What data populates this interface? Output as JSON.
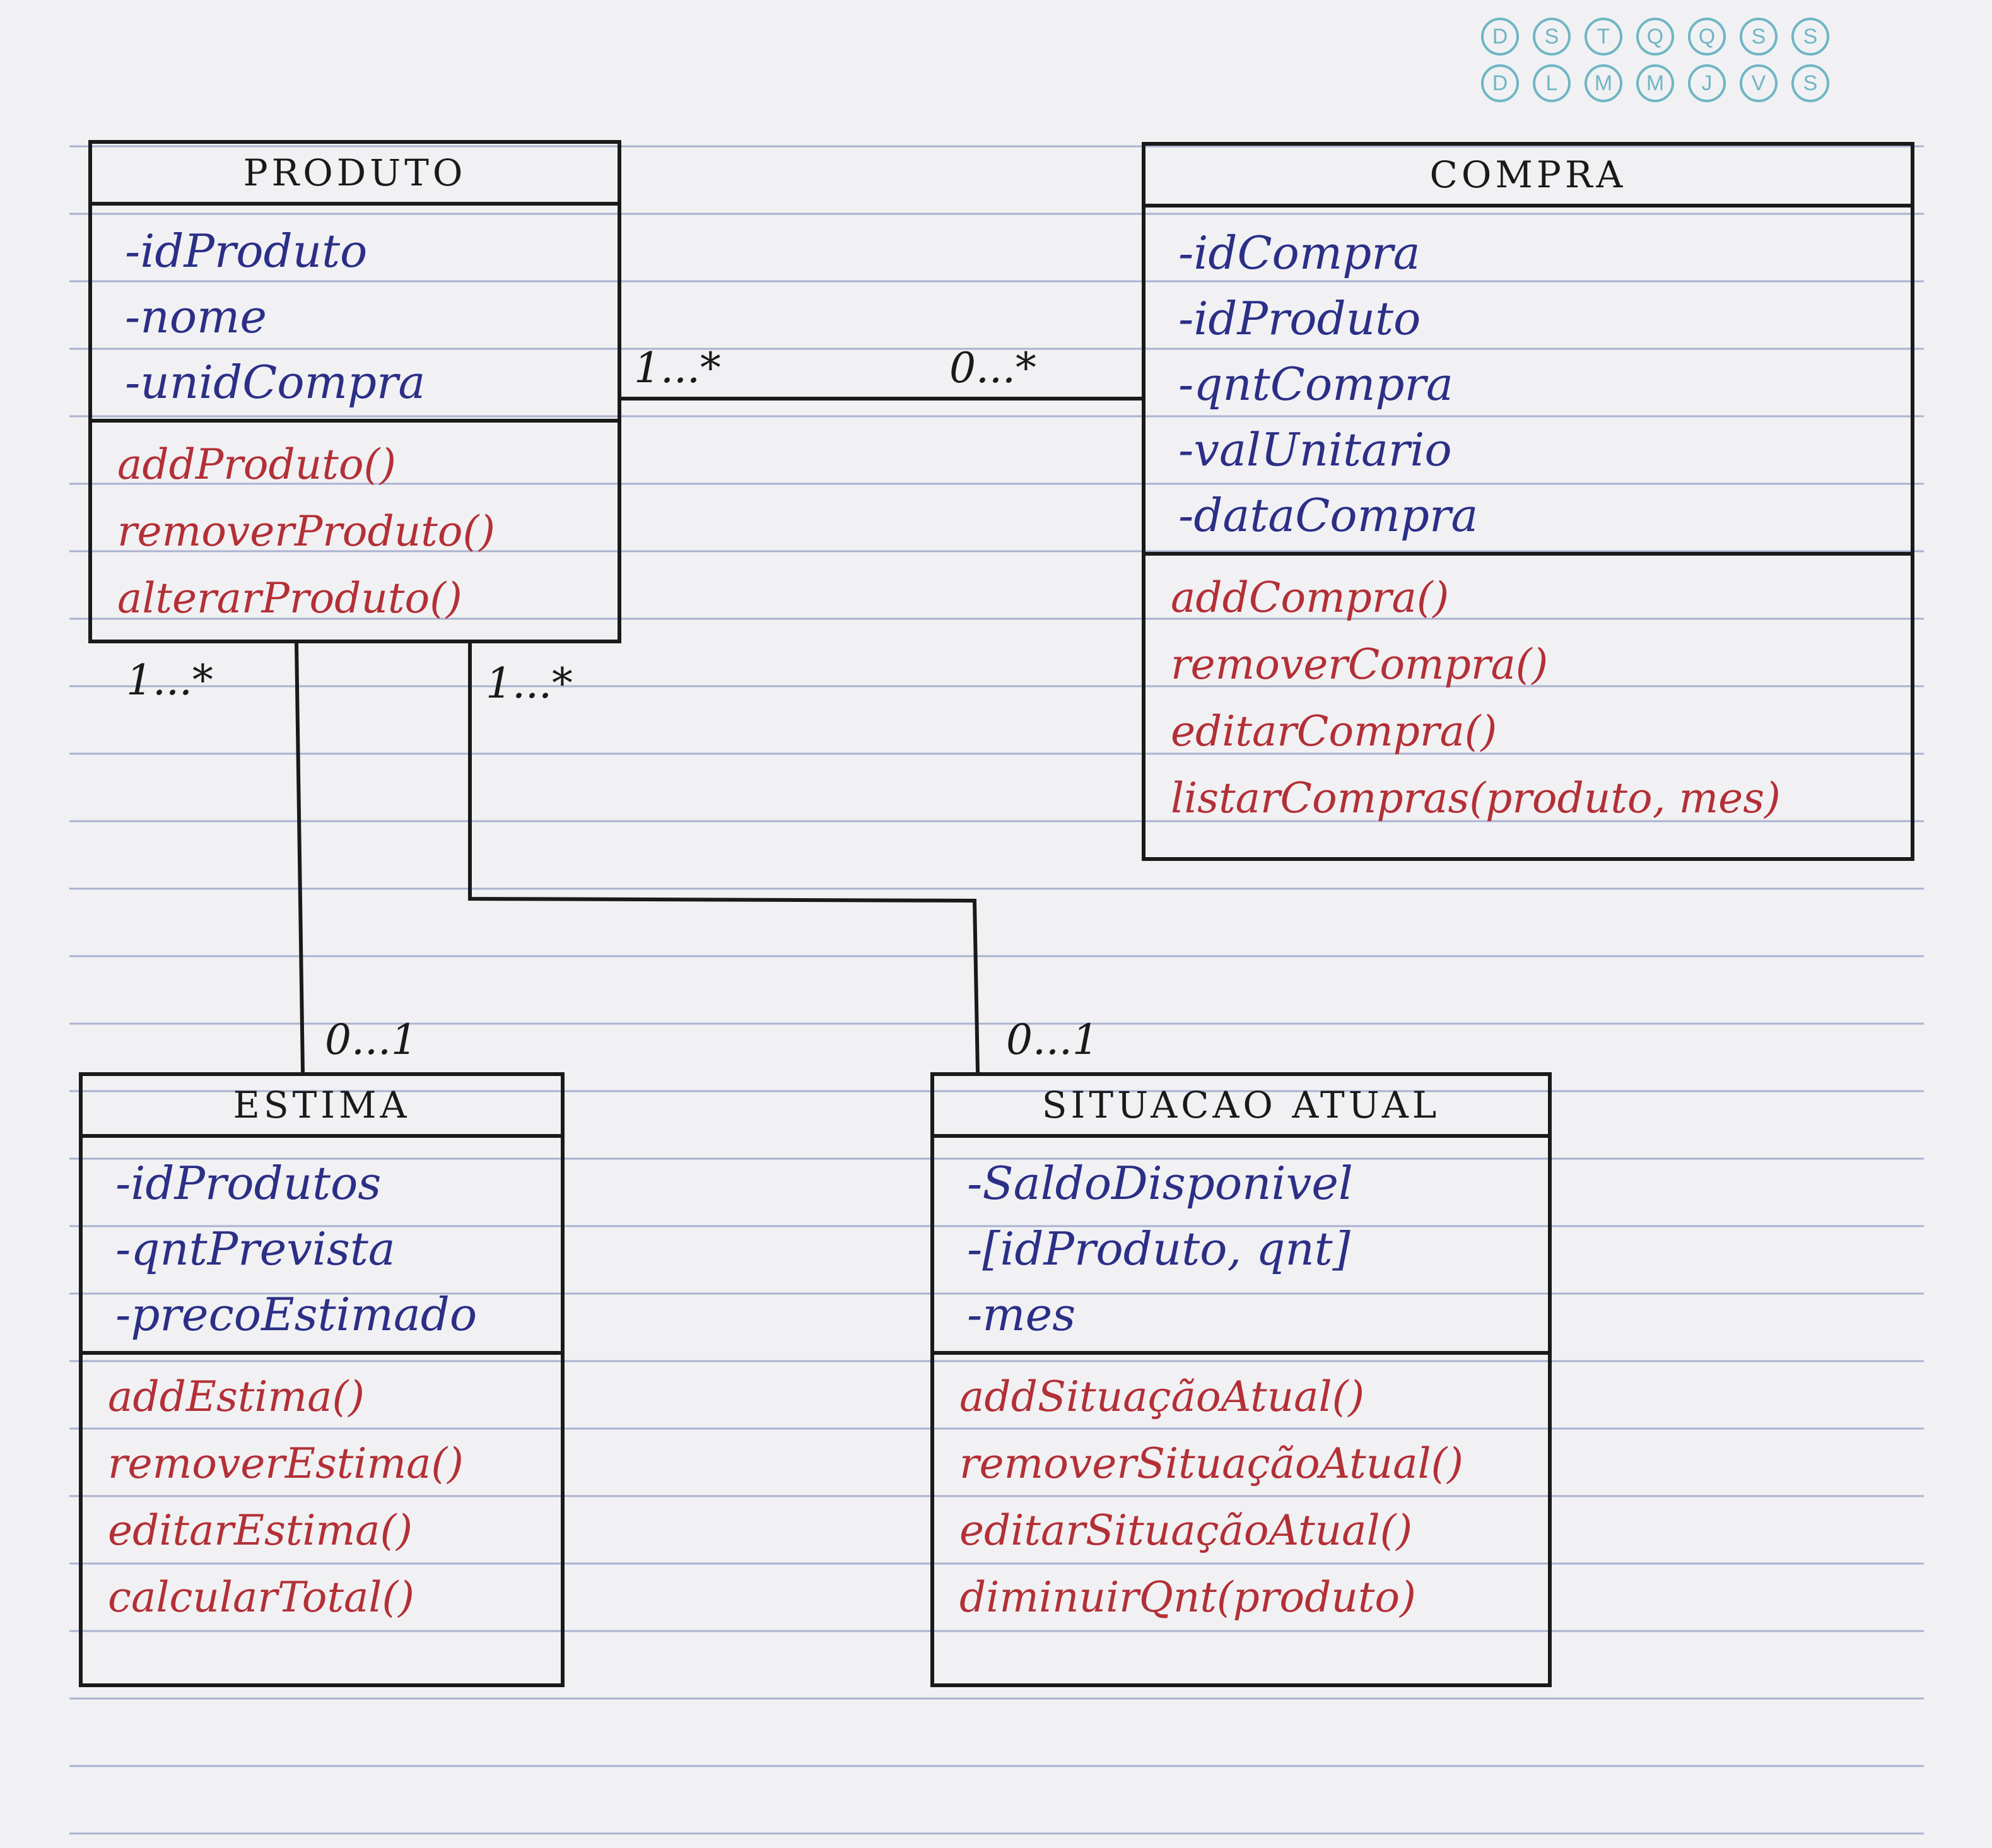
{
  "weekday_marks": {
    "row1": [
      "D",
      "S",
      "T",
      "Q",
      "Q",
      "S",
      "S"
    ],
    "row2": [
      "D",
      "L",
      "M",
      "M",
      "J",
      "V",
      "S"
    ]
  },
  "classes": {
    "produto": {
      "title": "PRODUTO",
      "attributes": [
        "-idProduto",
        "-nome",
        "-unidCompra"
      ],
      "methods": [
        "addProduto()",
        "removerProduto()",
        "alterarProduto()"
      ]
    },
    "compra": {
      "title": "COMPRA",
      "attributes": [
        "-idCompra",
        "-idProduto",
        "-qntCompra",
        "-valUnitario",
        "-dataCompra"
      ],
      "methods": [
        "addCompra()",
        "removerCompra()",
        "editarCompra()",
        "listarCompras(produto, mes)"
      ]
    },
    "estima": {
      "title": "ESTIMA",
      "attributes": [
        "-idProdutos",
        "-qntPrevista",
        "-precoEstimado"
      ],
      "methods": [
        "addEstima()",
        "removerEstima()",
        "editarEstima()",
        "calcularTotal()"
      ]
    },
    "situacao_atual": {
      "title": "SITUACAO ATUAL",
      "attributes": [
        "-SaldoDisponivel",
        "-[idProduto, qnt]",
        "-mes"
      ],
      "methods": [
        "addSituaçãoAtual()",
        "removerSituaçãoAtual()",
        "editarSituaçãoAtual()",
        "diminuirQnt(produto)"
      ]
    }
  },
  "associations": {
    "produto_compra": {
      "produto_end": "1...*",
      "compra_end": "0...*"
    },
    "produto_estima": {
      "produto_end": "1...*",
      "estima_end": "0...1"
    },
    "produto_situacao": {
      "produto_end": "1...*",
      "situacao_end": "0...1"
    }
  },
  "colors": {
    "ink_black": "#1a1a1a",
    "ink_blue": "#2b2f86",
    "ink_red": "#b33036",
    "ruled_line": "#aab2cf",
    "day_marks": "#6fb6c4",
    "paper": "#f1f1f4"
  }
}
